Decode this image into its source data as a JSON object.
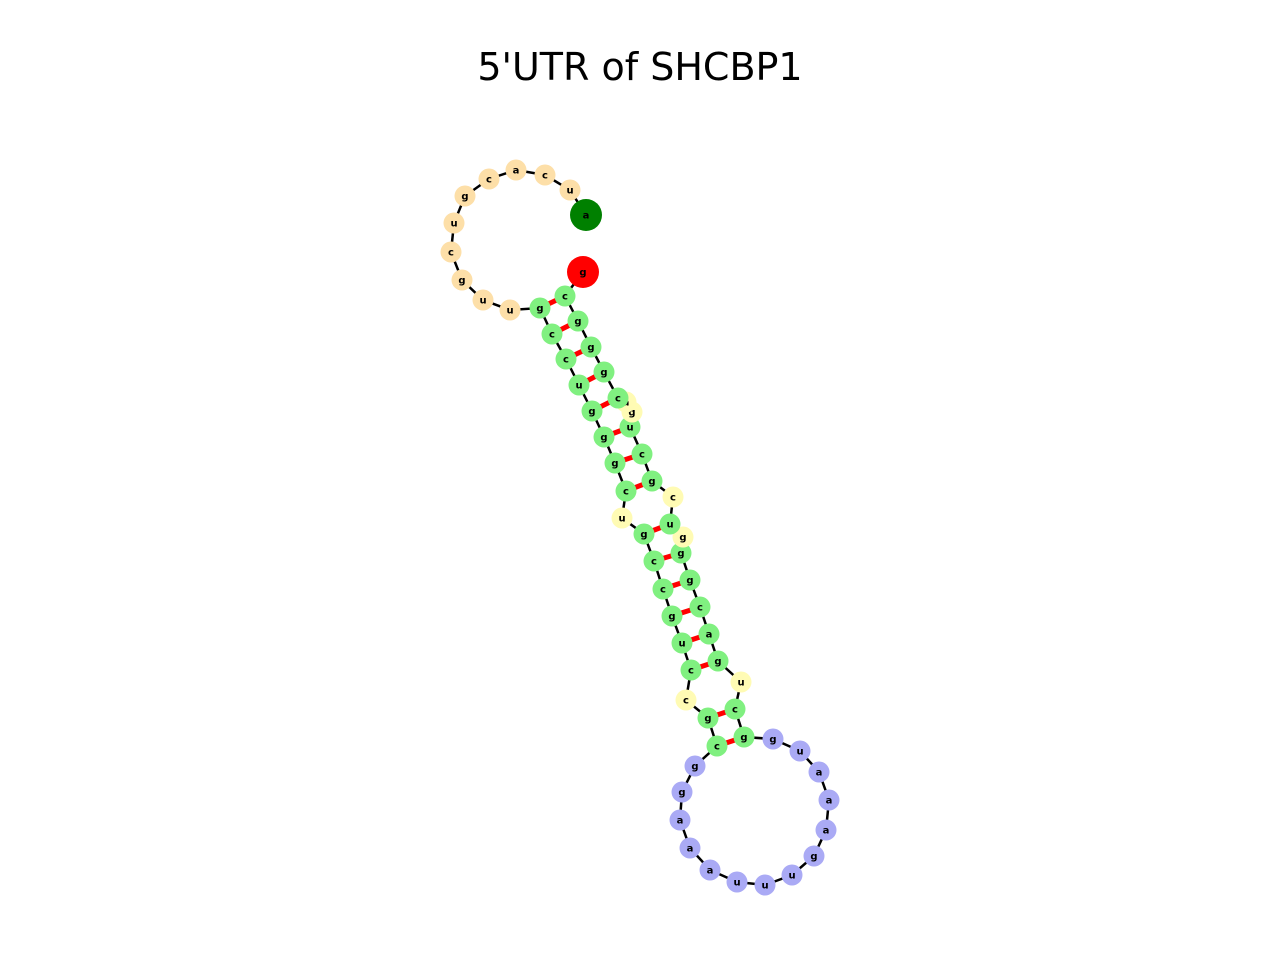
{
  "title": "5'UTR of SHCBP1",
  "colors": {
    "stem": "#80f080",
    "hairpin_loop": "#aaaaf5",
    "external_loop": "#fddfa8",
    "bulge": "#fffbb4",
    "pair_bond": "#ff0000",
    "backbone": "#000000",
    "five_prime_marker": "#008000",
    "three_prime_marker": "#ff0000"
  },
  "nucleotides": [
    {
      "i": 0,
      "base": "a",
      "region": "five_prime"
    },
    {
      "i": 1,
      "base": "u",
      "region": "external_loop"
    },
    {
      "i": 2,
      "base": "c",
      "region": "external_loop"
    },
    {
      "i": 3,
      "base": "a",
      "region": "external_loop"
    },
    {
      "i": 4,
      "base": "c",
      "region": "external_loop"
    },
    {
      "i": 5,
      "base": "g",
      "region": "external_loop"
    },
    {
      "i": 6,
      "base": "u",
      "region": "external_loop"
    },
    {
      "i": 7,
      "base": "c",
      "region": "external_loop"
    },
    {
      "i": 8,
      "base": "g",
      "region": "external_loop"
    },
    {
      "i": 9,
      "base": "u",
      "region": "external_loop"
    },
    {
      "i": 10,
      "base": "u",
      "region": "external_loop"
    },
    {
      "i": 11,
      "base": "g",
      "region": "stem"
    },
    {
      "i": 12,
      "base": "c",
      "region": "stem"
    },
    {
      "i": 13,
      "base": "c",
      "region": "stem"
    },
    {
      "i": 14,
      "base": "u",
      "region": "stem"
    },
    {
      "i": 15,
      "base": "g",
      "region": "stem"
    },
    {
      "i": 16,
      "base": "g",
      "region": "stem"
    },
    {
      "i": 17,
      "base": "g",
      "region": "stem"
    },
    {
      "i": 18,
      "base": "c",
      "region": "stem"
    },
    {
      "i": 19,
      "base": "u",
      "region": "bulge"
    },
    {
      "i": 20,
      "base": "g",
      "region": "stem"
    },
    {
      "i": 21,
      "base": "c",
      "region": "stem"
    },
    {
      "i": 22,
      "base": "c",
      "region": "stem"
    },
    {
      "i": 23,
      "base": "g",
      "region": "stem"
    },
    {
      "i": 24,
      "base": "u",
      "region": "stem"
    },
    {
      "i": 25,
      "base": "c",
      "region": "stem"
    },
    {
      "i": 26,
      "base": "c",
      "region": "bulge"
    },
    {
      "i": 27,
      "base": "g",
      "region": "stem"
    },
    {
      "i": 28,
      "base": "c",
      "region": "stem"
    },
    {
      "i": 29,
      "base": "g",
      "region": "hairpin_loop"
    },
    {
      "i": 30,
      "base": "g",
      "region": "hairpin_loop"
    },
    {
      "i": 31,
      "base": "a",
      "region": "hairpin_loop"
    },
    {
      "i": 32,
      "base": "a",
      "region": "hairpin_loop"
    },
    {
      "i": 33,
      "base": "a",
      "region": "hairpin_loop"
    },
    {
      "i": 34,
      "base": "u",
      "region": "hairpin_loop"
    },
    {
      "i": 35,
      "base": "u",
      "region": "hairpin_loop"
    },
    {
      "i": 36,
      "base": "u",
      "region": "hairpin_loop"
    },
    {
      "i": 37,
      "base": "g",
      "region": "hairpin_loop"
    },
    {
      "i": 38,
      "base": "a",
      "region": "hairpin_loop"
    },
    {
      "i": 39,
      "base": "a",
      "region": "hairpin_loop"
    },
    {
      "i": 40,
      "base": "a",
      "region": "hairpin_loop"
    },
    {
      "i": 41,
      "base": "u",
      "region": "hairpin_loop"
    },
    {
      "i": 42,
      "base": "g",
      "region": "hairpin_loop"
    },
    {
      "i": 43,
      "base": "g",
      "region": "stem"
    },
    {
      "i": 44,
      "base": "c",
      "region": "stem"
    },
    {
      "i": 45,
      "base": "u",
      "region": "bulge"
    },
    {
      "i": 46,
      "base": "g",
      "region": "stem"
    },
    {
      "i": 47,
      "base": "a",
      "region": "stem"
    },
    {
      "i": 48,
      "base": "c",
      "region": "stem"
    },
    {
      "i": 49,
      "base": "g",
      "region": "stem"
    },
    {
      "i": 50,
      "base": "g",
      "region": "stem"
    },
    {
      "i": 51,
      "base": "g",
      "region": "bulge"
    },
    {
      "i": 52,
      "base": "u",
      "region": "stem"
    },
    {
      "i": 53,
      "base": "c",
      "region": "bulge"
    },
    {
      "i": 54,
      "base": "g",
      "region": "stem"
    },
    {
      "i": 55,
      "base": "c",
      "region": "stem"
    },
    {
      "i": 56,
      "base": "u",
      "region": "stem"
    },
    {
      "i": 57,
      "base": "g",
      "region": "bulge"
    },
    {
      "i": 58,
      "base": "a",
      "region": "bulge"
    },
    {
      "i": 59,
      "base": "c",
      "region": "stem"
    },
    {
      "i": 60,
      "base": "g",
      "region": "stem"
    },
    {
      "i": 61,
      "base": "g",
      "region": "stem"
    },
    {
      "i": 62,
      "base": "g",
      "region": "stem"
    },
    {
      "i": 63,
      "base": "c",
      "region": "stem"
    },
    {
      "i": 64,
      "base": "g",
      "region": "three_prime"
    }
  ],
  "base_pairs": [
    [
      11,
      63
    ],
    [
      12,
      62
    ],
    [
      13,
      61
    ],
    [
      14,
      60
    ],
    [
      15,
      59
    ],
    [
      16,
      56
    ],
    [
      17,
      55
    ],
    [
      18,
      54
    ],
    [
      20,
      52
    ],
    [
      21,
      50
    ],
    [
      22,
      49
    ],
    [
      23,
      48
    ],
    [
      24,
      47
    ],
    [
      25,
      46
    ],
    [
      27,
      44
    ],
    [
      28,
      43
    ]
  ]
}
